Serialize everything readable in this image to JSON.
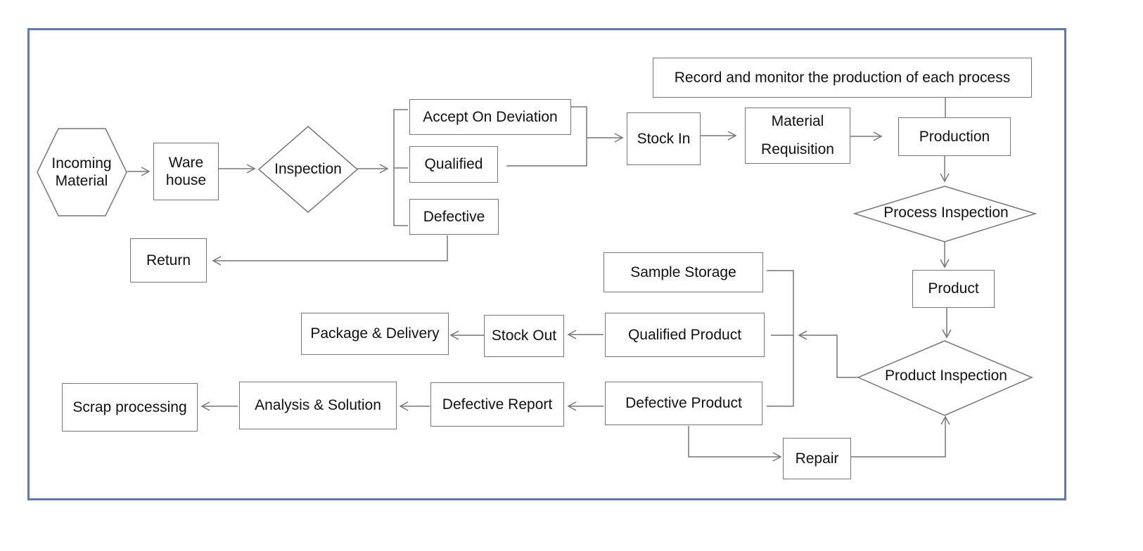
{
  "diagram": {
    "nodes": {
      "incoming_material": "Incoming Material",
      "warehouse": "Ware house",
      "inspection": "Inspection",
      "accept_on_deviation": "Accept On Deviation",
      "qualified": "Qualified",
      "defective": "Defective",
      "return": "Return",
      "stock_in": "Stock In",
      "material_requisition": "Material Requisition",
      "record_monitor": "Record and monitor the production of each process",
      "production": "Production",
      "process_inspection": "Process Inspection",
      "product": "Product",
      "product_inspection": "Product Inspection",
      "sample_storage": "Sample Storage",
      "qualified_product": "Qualified Product",
      "defective_product": "Defective Product",
      "stock_out": "Stock Out",
      "package_delivery": "Package & Delivery",
      "defective_report": "Defective Report",
      "analysis_solution": "Analysis & Solution",
      "scrap_processing": "Scrap processing",
      "repair": "Repair"
    },
    "colors": {
      "border": "#5a7bb8",
      "line": "#777777",
      "text": "#111111"
    }
  }
}
